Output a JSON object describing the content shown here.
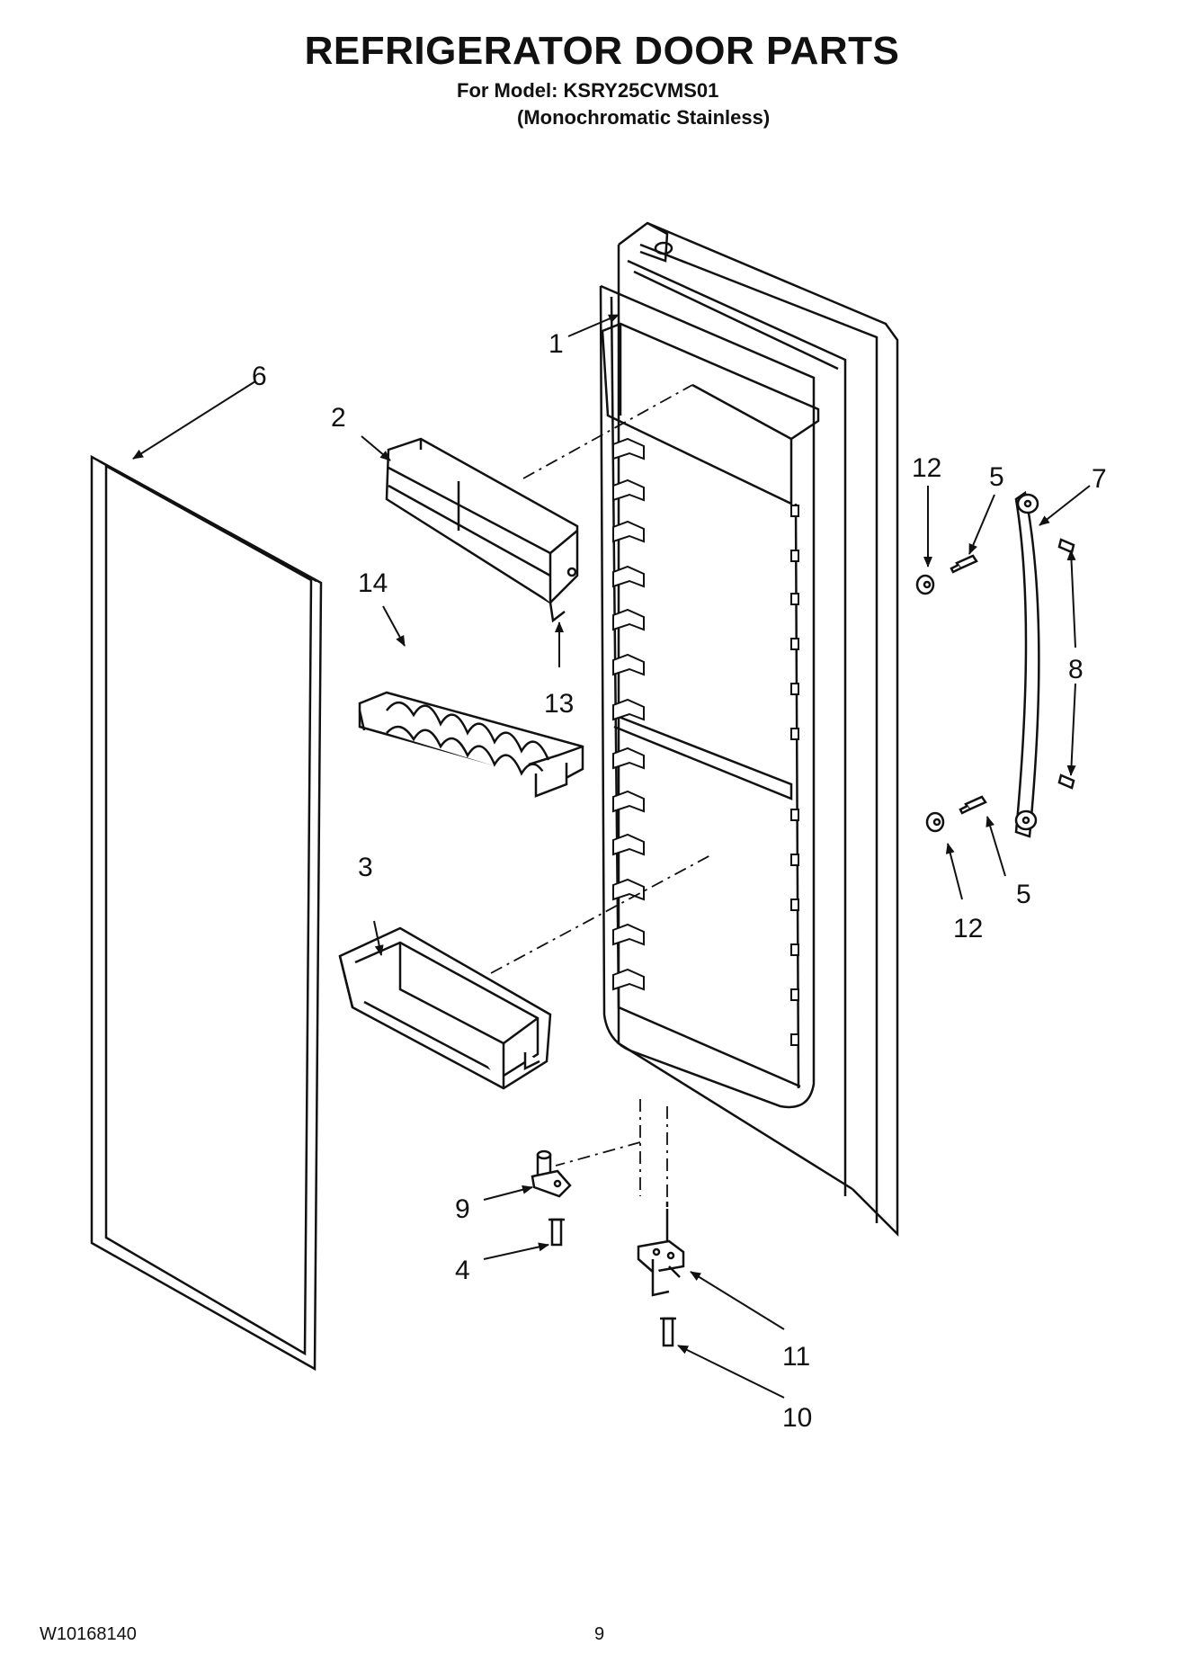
{
  "header": {
    "title": "REFRIGERATOR DOOR PARTS",
    "model_line": "For Model: KSRY25CVMS01",
    "finish_line": "(Monochromatic Stainless)"
  },
  "callouts": {
    "c1": "1",
    "c2": "2",
    "c3": "3",
    "c4": "4",
    "c5a": "5",
    "c5b": "5",
    "c6": "6",
    "c7": "7",
    "c8": "8",
    "c9": "9",
    "c10": "10",
    "c11": "11",
    "c12a": "12",
    "c12b": "12",
    "c13": "13",
    "c14": "14"
  },
  "footer": {
    "doc_number": "W10168140",
    "page_number": "9"
  }
}
